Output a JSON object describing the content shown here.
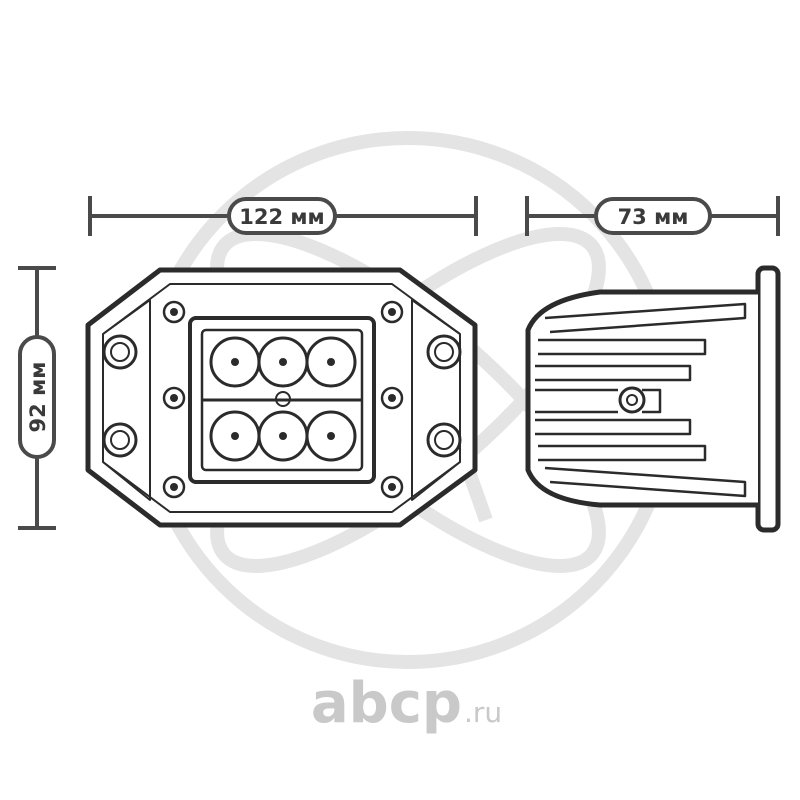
{
  "dimensions": {
    "width": "122 мм",
    "depth": "73 мм",
    "height": "92 мм"
  },
  "watermark": {
    "brand": "abcp",
    "tld": ".ru"
  },
  "colors": {
    "outline": "#2b2b2b",
    "dimension_line": "#4a4a4a",
    "watermark": "#d6d6d6"
  }
}
